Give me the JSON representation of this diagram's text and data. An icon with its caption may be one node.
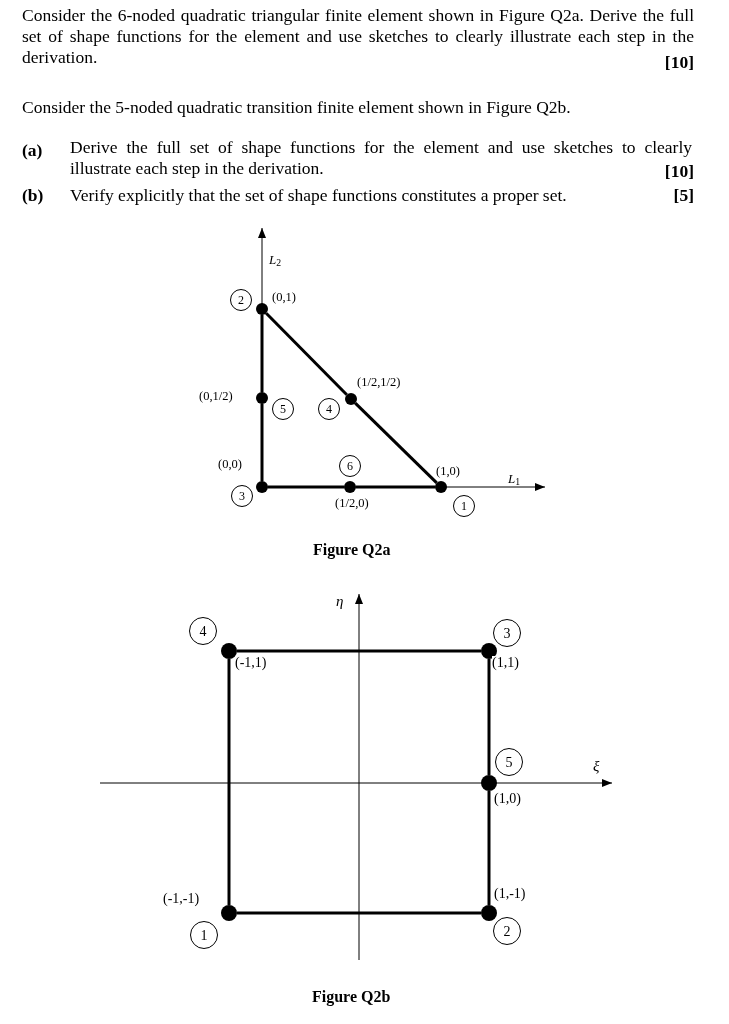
{
  "diagram": {
    "nodes": [
      {
        "text": [],
        "shape": "circle",
        "beside": [
          "(0,1)"
        ]
      },
      {
        "text": [],
        "shape": "circle"
      },
      {
        "text": [],
        "shape": "circle",
        "beside": [
          "(1/2,1/2)"
        ]
      },
      {
        "text": [],
        "shape": "circle"
      },
      {
        "text": [],
        "shape": "circle",
        "beside": [
          "(1/2,0)"
        ]
      },
      {
        "text": [],
        "shape": "circle",
        "beside": [
          "(1,0)"
        ]
      },
      {
        "text": [
          "2"
        ]
      },
      {
        "text": [
          "5"
        ],
        "beside": [
          "(0,1/2)"
        ]
      },
      {
        "text": [
          "4"
        ]
      },
      {
        "text": [
          "6"
        ]
      },
      {
        "text": [
          "3"
        ],
        "beside": [
          "(0,0)"
        ]
      },
      {
        "text": [
          "1"
        ]
      },
      {
        "text": [],
        "shape": "circle",
        "beside": [
          "(-1,1)"
        ]
      },
      {
        "text": [],
        "shape": "circle",
        "beside": [
          "(1,1)"
        ]
      },
      {
        "text": [],
        "shape": "circle",
        "beside": [
          "(1,0)"
        ]
      },
      {
        "text": [],
        "shape": "circle"
      },
      {
        "text": [],
        "shape": "circle",
        "beside": [
          "(1,-1)"
        ]
      },
      {
        "text": [
          "4"
        ]
      },
      {
        "text": [
          "3"
        ]
      },
      {
        "text": [
          "5"
        ]
      },
      {
        "text": [
          "1"
        ],
        "beside": [
          "(-1,-1)"
        ]
      },
      {
        "text": [
          "2"
        ]
      }
    ],
    "edges": [
      {
        "from": 0,
        "to": 2,
        "arrow": "none"
      },
      {
        "from": 2,
        "to": 5,
        "arrow": "none"
      },
      {
        "from": 5,
        "to": 4,
        "arrow": "none"
      },
      {
        "from": 4,
        "to": 3,
        "arrow": "none"
      },
      {
        "from": 3,
        "to": 1,
        "arrow": "none"
      },
      {
        "from": 1,
        "to": 0,
        "arrow": "none"
      },
      {
        "from": 12,
        "to": 13,
        "arrow": "none"
      },
      {
        "from": 13,
        "to": 14,
        "arrow": "none"
      },
      {
        "from": 14,
        "to": 16,
        "arrow": "none"
      },
      {
        "from": 16,
        "to": 15,
        "arrow": "none"
      },
      {
        "from": 15,
        "to": 12,
        "arrow": "none"
      }
    ],
    "labels": [
      "Consider the 6-noded quadratic triangular finite element shown in Figure Q2a. Derive the full set of shape functions for the element and use sketches to clearly illustrate each step in the derivation.",
      "[10]",
      "Consider the 5-noded quadratic transition finite element shown in Figure Q2b.",
      "(a)",
      "Derive the full set of shape functions for the element and use sketches to clearly illustrate each step in the derivation.",
      "[10]",
      "(b)",
      "Verify explicitly that the set of shape functions constitutes a proper set.",
      "[5]",
      "*L*$_{2}$",
      "*L*$_{1}$",
      "Figure Q2a",
      "η",
      "ξ",
      "Figure Q2b"
    ]
  }
}
